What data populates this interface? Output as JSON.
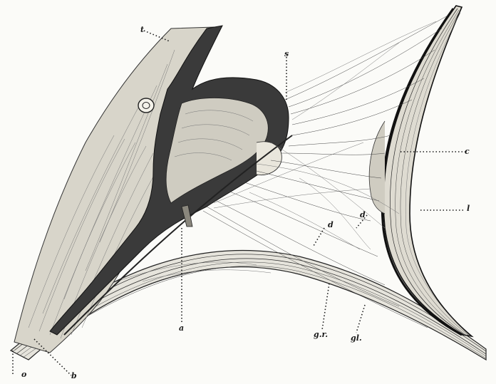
{
  "figure": {
    "labels": {
      "t": "t",
      "s": "s",
      "c": "c",
      "l": "l",
      "d_upper": "d",
      "d_lower": "d",
      "a": "a",
      "gr": "g.r.",
      "gl": "gl.",
      "o": "o",
      "b": "b"
    }
  }
}
